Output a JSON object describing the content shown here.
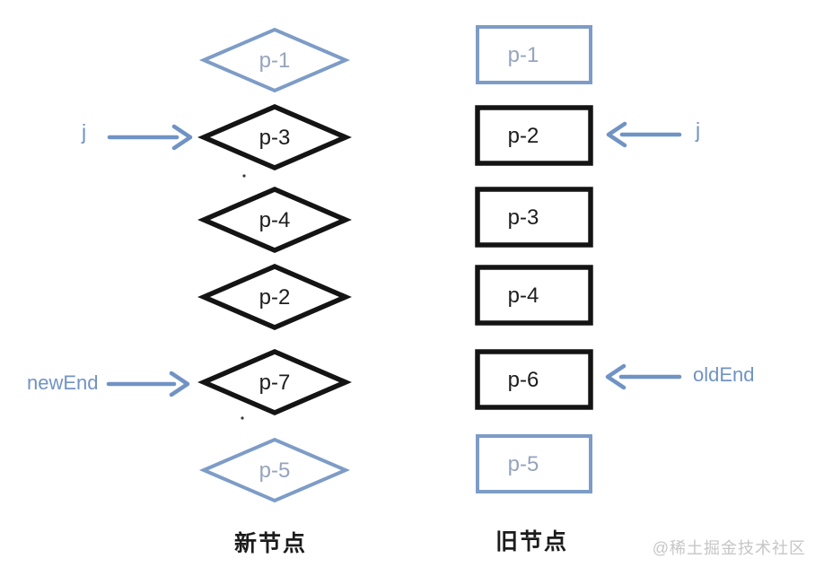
{
  "diagram": {
    "new_column": {
      "caption": "新节点",
      "shape": "diamond",
      "nodes": [
        {
          "label": "p-1",
          "color": "blue"
        },
        {
          "label": "p-3",
          "color": "black"
        },
        {
          "label": "p-4",
          "color": "black"
        },
        {
          "label": "p-2",
          "color": "black"
        },
        {
          "label": "p-7",
          "color": "black"
        },
        {
          "label": "p-5",
          "color": "blue"
        }
      ]
    },
    "old_column": {
      "caption": "旧节点",
      "shape": "rectangle",
      "nodes": [
        {
          "label": "p-1",
          "color": "blue"
        },
        {
          "label": "p-2",
          "color": "black"
        },
        {
          "label": "p-3",
          "color": "black"
        },
        {
          "label": "p-4",
          "color": "black"
        },
        {
          "label": "p-6",
          "color": "black"
        },
        {
          "label": "p-5",
          "color": "blue"
        }
      ]
    },
    "pointers": {
      "j_new": {
        "label": "j",
        "points_to": "p-3",
        "column": "new",
        "direction": "right"
      },
      "new_end": {
        "label": "newEnd",
        "points_to": "p-7",
        "column": "new",
        "direction": "right"
      },
      "j_old": {
        "label": "j",
        "points_to": "p-2",
        "column": "old",
        "direction": "left"
      },
      "old_end": {
        "label": "oldEnd",
        "points_to": "p-6",
        "column": "old",
        "direction": "left"
      }
    },
    "colors": {
      "blue_stroke": "#7d9cc7",
      "blue_text": "#96a4bd",
      "black_stroke": "#141414",
      "black_text": "#1d1d1d",
      "arrow_blue": "#7093c4",
      "watermark_gray": "#c6c6c6"
    }
  },
  "watermark": "@稀土掘金技术社区"
}
